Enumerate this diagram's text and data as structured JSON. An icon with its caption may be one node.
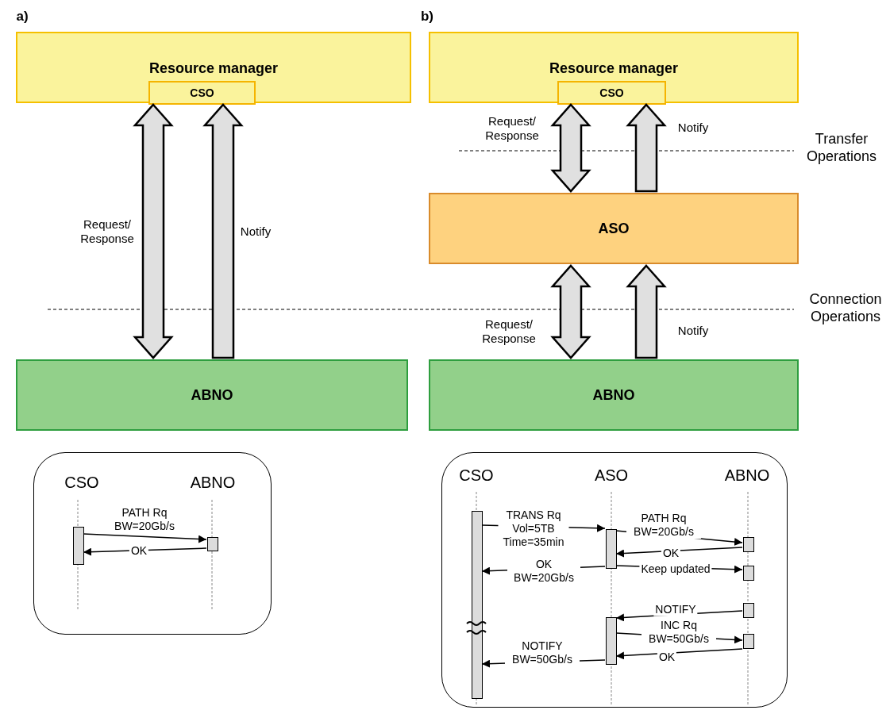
{
  "diagram": {
    "nodes": [
      {
        "text": [
          "Resource manager"
        ]
      },
      {
        "text": [
          "CSO"
        ],
        "in": 0
      },
      {
        "text": [
          "ABNO"
        ]
      },
      {
        "text": [
          "Resource manager"
        ]
      },
      {
        "text": [
          "CSO"
        ],
        "in": 3
      },
      {
        "text": [
          "ASO"
        ]
      },
      {
        "text": [
          "ABNO"
        ]
      },
      {
        "text": [],
        "shape": "box"
      },
      {
        "text": [],
        "shape": "bar",
        "in": 7
      },
      {
        "text": [],
        "shape": "bar",
        "in": 7
      },
      {
        "text": [],
        "shape": "box"
      },
      {
        "text": [],
        "shape": "bar",
        "in": 10
      },
      {
        "text": [],
        "shape": "bar",
        "in": 10
      },
      {
        "text": [],
        "shape": "bar",
        "in": 10
      },
      {
        "text": [],
        "shape": "bar",
        "in": 10
      },
      {
        "text": [],
        "shape": "bar",
        "in": 10
      },
      {
        "text": [],
        "shape": "bar",
        "in": 10
      },
      {
        "text": [],
        "shape": "bar",
        "in": 10
      }
    ],
    "edges": [
      {
        "from": 0,
        "to": 2,
        "arrow": "both",
        "style": "thick",
        "label": "Request/ Response"
      },
      {
        "from": 2,
        "to": 0,
        "arrow": "to",
        "style": "thick",
        "label": "Notify"
      },
      {
        "from": 3,
        "to": 5,
        "arrow": "both",
        "style": "thick",
        "label": "Request/ Response"
      },
      {
        "from": 5,
        "to": 3,
        "arrow": "to",
        "style": "thick",
        "label": "Notify"
      },
      {
        "from": 5,
        "to": 6,
        "arrow": "both",
        "style": "thick",
        "label": "Request/ Response"
      },
      {
        "from": 6,
        "to": 5,
        "arrow": "to",
        "style": "thick",
        "label": "Notify"
      },
      {
        "from": 8,
        "to": 9,
        "arrow": "to",
        "label": "PATH Rq BW=20Gb/s"
      },
      {
        "from": 9,
        "to": 8,
        "arrow": "to",
        "label": "OK"
      },
      {
        "from": 11,
        "to": 12,
        "arrow": "to",
        "label": "TRANS Rq Vol=5TB Time=35min"
      },
      {
        "from": 12,
        "to": 13,
        "arrow": "to",
        "label": "PATH Rq BW=20Gb/s"
      },
      {
        "from": 13,
        "to": 12,
        "arrow": "to",
        "label": "OK"
      },
      {
        "from": 12,
        "to": 11,
        "arrow": "to",
        "label": "OK BW=20Gb/s"
      },
      {
        "from": 12,
        "to": 14,
        "arrow": "to",
        "label": "Keep updated"
      },
      {
        "from": 15,
        "to": 16,
        "arrow": "to",
        "label": "NOTIFY"
      },
      {
        "from": 16,
        "to": 17,
        "arrow": "to",
        "label": "INC Rq BW=50Gb/s"
      },
      {
        "from": 17,
        "to": 16,
        "arrow": "to",
        "label": "OK"
      },
      {
        "from": 16,
        "to": 11,
        "arrow": "to",
        "label": "NOTIFY BW=50Gb/s"
      }
    ],
    "labels": [
      "a)",
      "b)",
      "Transfer Operations",
      "Connection Operations",
      "CSO",
      "ABNO",
      "CSO",
      "ASO",
      "ABNO"
    ]
  }
}
